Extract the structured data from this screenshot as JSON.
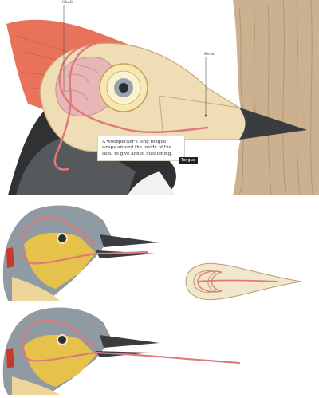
{
  "labels": {
    "skull": "Skull",
    "beak": "Beak",
    "tongue_tag": "Tongue"
  },
  "caption": "A woodpecker's long tongue wraps around the inside of the skull to give added cushioning.",
  "colors": {
    "crest": "#e8735a",
    "skull_bone": "#eeddb5",
    "brain": "#e7b7b7",
    "tongue": "#e07a7a",
    "tree": "#cbb190",
    "feather_grey": "#8f9aa2",
    "face_yellow": "#e6c24a",
    "beak_dark": "#3a3c40"
  }
}
